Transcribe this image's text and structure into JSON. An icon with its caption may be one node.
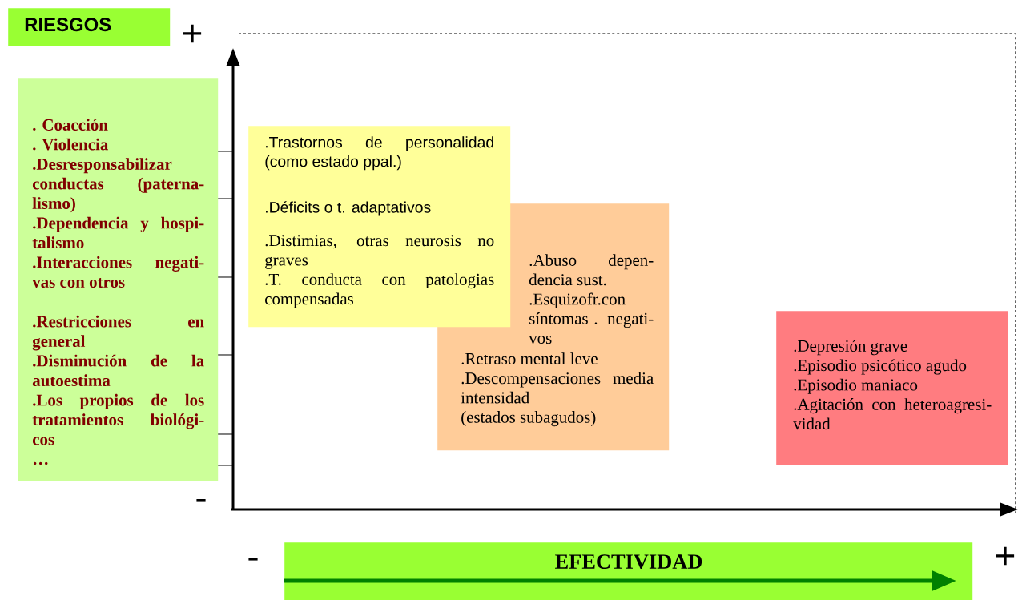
{
  "diagram": {
    "nodes": [
      {
        "text": [
          "RIESGOS"
        ]
      },
      {
        "text": [
          ". Coacción",
          ". Violencia",
          ".Desresponsabilizar conductas (paterna- lismo)",
          ".Dependencia y hospi- talismo",
          ".Interacciones negati- vas con otros",
          ".Restricciones en general",
          ".Disminución de la autoestima",
          ".Los propios de los tratamientos biológi- cos",
          "…"
        ]
      },
      {
        "text": [
          ".Trastornos de personalidad (como estado ppal.)",
          ".Déficits o t. adaptativos",
          ".Distimias, otras neurosis no graves",
          ".T. conducta con patologias compensadas"
        ]
      },
      {
        "text": [
          ".Abuso depen- dencia sust.",
          ".Esquizofr.con síntomas . negati- vos",
          ".Retraso mental leve",
          ".Descompensaciones media intensidad",
          "(estados subagudos)"
        ]
      },
      {
        "text": [
          ".Depresión grave",
          ".Episodio psicótico agudo",
          ".Episodio maniaco",
          ".Agitación con heteroagresi- vidad"
        ]
      },
      {
        "text": [
          "EFECTIVIDAD"
        ]
      }
    ],
    "labels": [
      "+",
      "-",
      "-",
      "+"
    ]
  }
}
